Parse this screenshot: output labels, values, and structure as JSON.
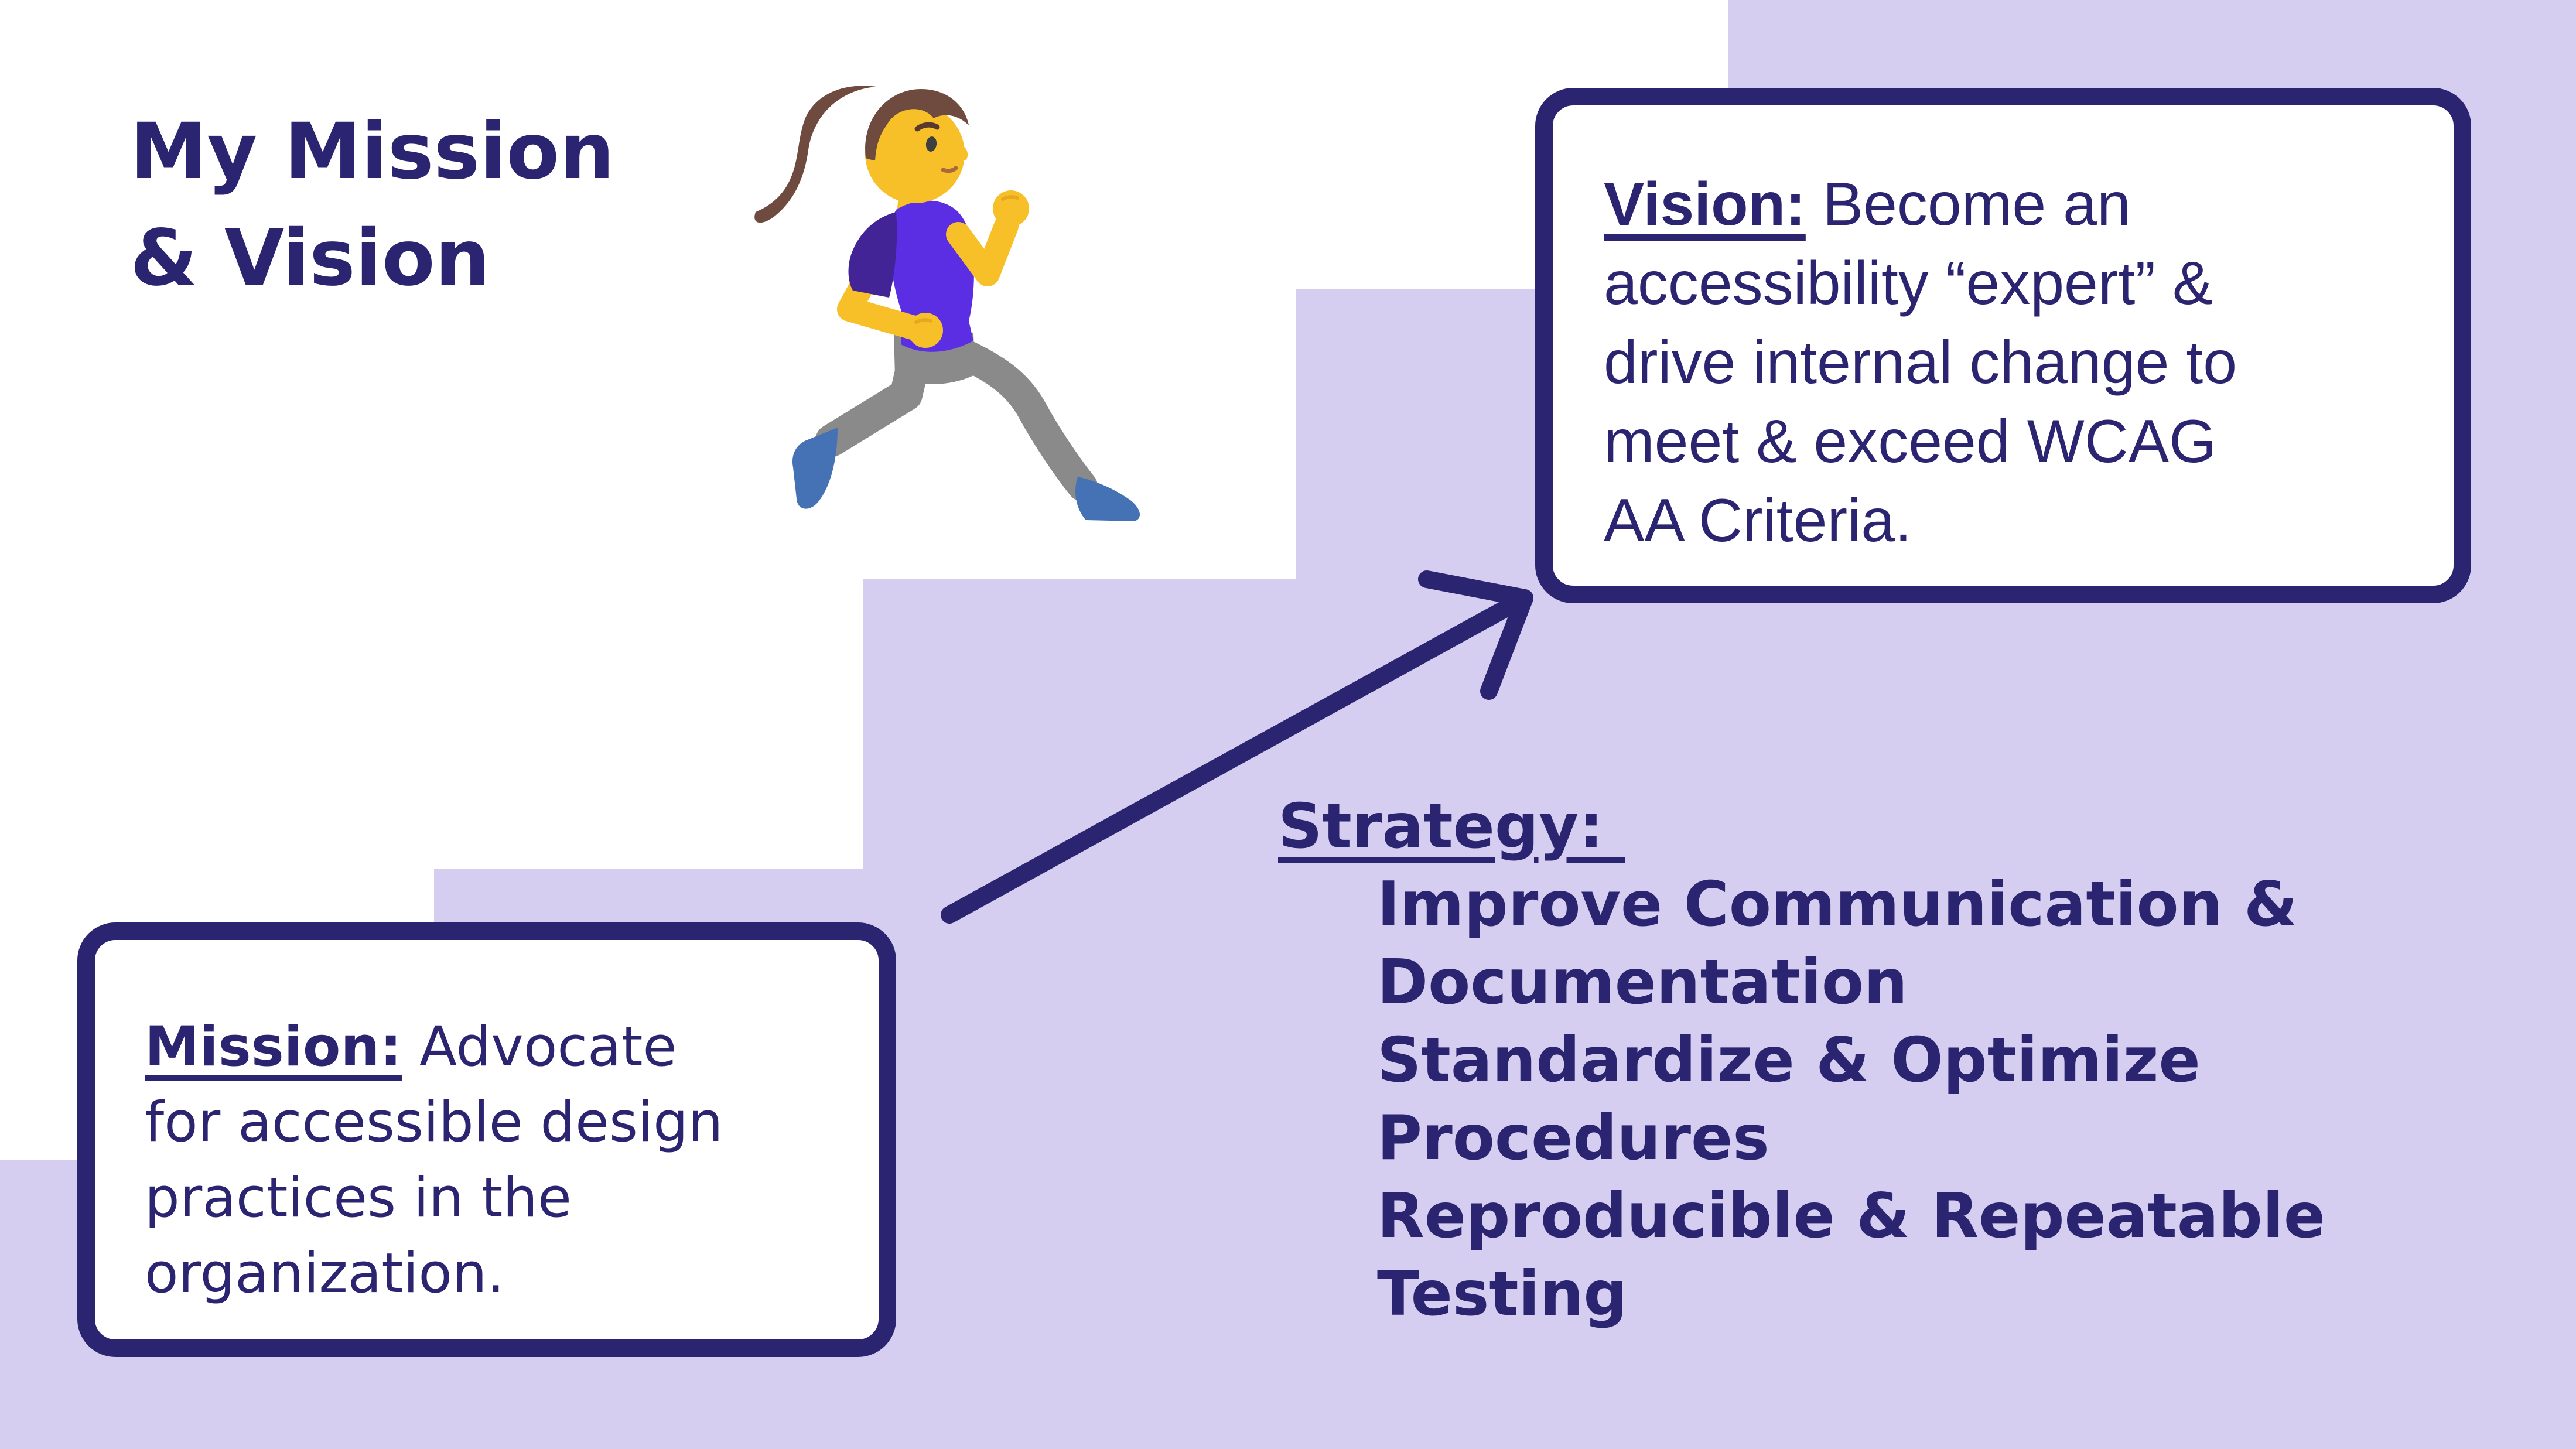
{
  "slide": {
    "title": {
      "lines": [
        "My Mission",
        "& Vision"
      ]
    },
    "runner_icon": "woman-running-emoji",
    "vision_box": {
      "label": "Vision:",
      "line1_rest": " Become an",
      "lines": [
        "accessibility “expert” &",
        "drive internal change to",
        "meet & exceed WCAG",
        "AA Criteria."
      ]
    },
    "mission_box": {
      "label": "Mission:",
      "line1_rest": " Advocate",
      "lines": [
        "for accessible design",
        "practices in the",
        "organization."
      ]
    },
    "strategy": {
      "label": "Strategy: ",
      "lines": [
        "Improve Communication &",
        "Documentation",
        "Standardize & Optimize",
        "Procedures",
        "Reproducible & Repeatable",
        "Testing"
      ]
    },
    "colors": {
      "navy": "#2B2470",
      "lavender": "#D5CEF0",
      "box_background": "#FFFFFF"
    }
  }
}
